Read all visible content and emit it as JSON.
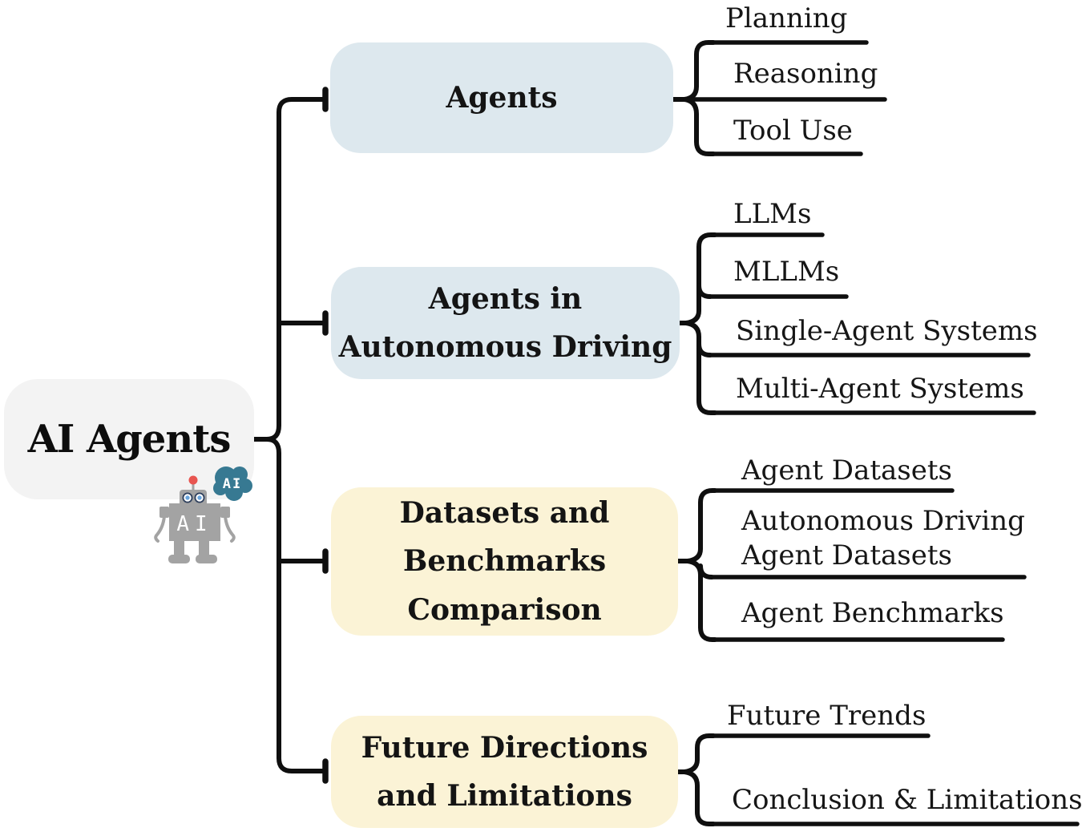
{
  "title": "AI Agents",
  "root": {
    "label": "AI Agents"
  },
  "robot": {
    "chest_label": "AI",
    "cloud_label": "AI"
  },
  "colors": {
    "node_blue": "#dde8ee",
    "node_yellow": "#fbf3d6",
    "root_gray": "#f3f3f3",
    "line_black": "#0f0f0f",
    "cloud_teal": "#377992",
    "robot_gray": "#a3a3a3",
    "antenna_red": "#e85550",
    "eye_blue": "#6aa5dd"
  },
  "branches": [
    {
      "label_lines": [
        "Agents"
      ],
      "color": "#dde8ee",
      "children": [
        {
          "lines": [
            "Planning"
          ]
        },
        {
          "lines": [
            "Reasoning"
          ]
        },
        {
          "lines": [
            "Tool Use"
          ]
        }
      ]
    },
    {
      "label_lines": [
        "Agents in",
        "Autonomous Driving"
      ],
      "color": "#dde8ee",
      "children": [
        {
          "lines": [
            "LLMs"
          ]
        },
        {
          "lines": [
            "MLLMs"
          ]
        },
        {
          "lines": [
            "Single-Agent Systems"
          ]
        },
        {
          "lines": [
            "Multi-Agent Systems"
          ]
        }
      ]
    },
    {
      "label_lines": [
        "Datasets and",
        "Benchmarks",
        "Comparison"
      ],
      "color": "#fbf3d6",
      "children": [
        {
          "lines": [
            "Agent Datasets"
          ]
        },
        {
          "lines": [
            "Autonomous Driving",
            "Agent Datasets"
          ]
        },
        {
          "lines": [
            "Agent Benchmarks"
          ]
        }
      ]
    },
    {
      "label_lines": [
        "Future Directions",
        "and Limitations"
      ],
      "color": "#fbf3d6",
      "children": [
        {
          "lines": [
            "Future Trends"
          ]
        },
        {
          "lines": [
            "Conclusion & Limitations"
          ]
        }
      ]
    }
  ]
}
